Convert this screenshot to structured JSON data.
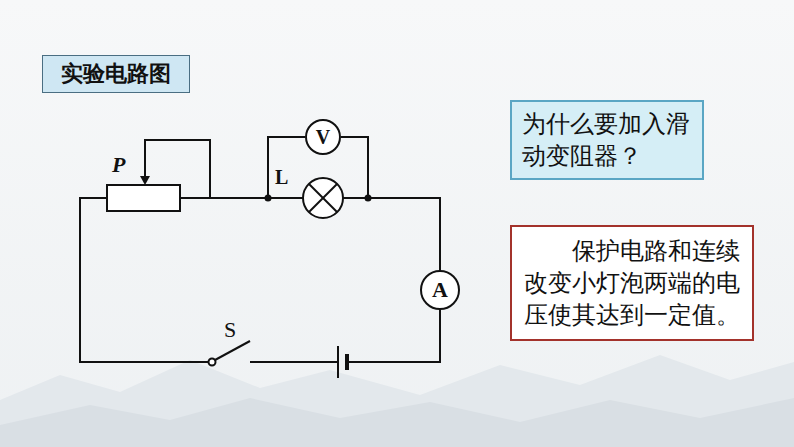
{
  "diagram": {
    "title": "实验电路图",
    "nodes": [
      {
        "text": [
          "为什么要加入滑动变阻器？"
        ]
      },
      {
        "text": [
          "保护电路和连续改变小灯泡两端的电压使其达到一定值。"
        ]
      },
      {
        "text": [
          "V"
        ]
      },
      {
        "text": [
          "A"
        ]
      }
    ],
    "labels": [
      "P",
      "L",
      "S"
    ]
  }
}
